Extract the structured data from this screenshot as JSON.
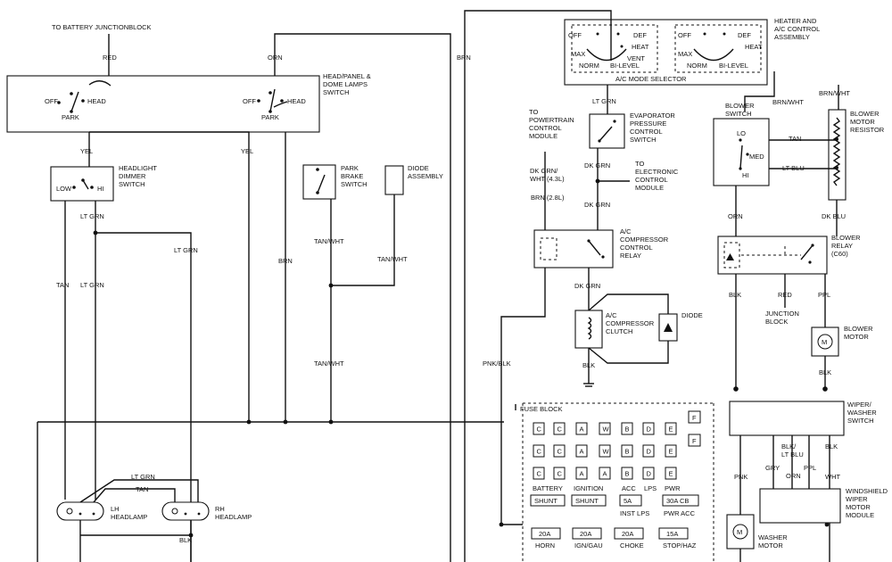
{
  "wires": {
    "red": "RED",
    "orn": "ORN",
    "brn": "BRN",
    "yel": "YEL",
    "lt_grn": "LT GRN",
    "tan": "TAN",
    "tan_wht": "TAN/WHT",
    "dk_grn": "DK GRN",
    "lt_blu": "LT BLU",
    "dk_blu": "DK BLU",
    "brn_wht": "BRN/WHT",
    "blk": "BLK",
    "ppl": "PPL",
    "pnk": "PNK",
    "pnk_blk": "PNK/BLK",
    "gry": "GRY",
    "wht": "WHT",
    "blk_lt_blu": "BLK/\nLT BLU",
    "dk_grn_wht_43": "DK GRN/\nWHT (4.3L)",
    "brn_28": "BRN (2.8L)"
  },
  "labels": {
    "battery_junction": "TO BATTERY JUNCTIONBLOCK",
    "head_switch": "HEAD/PANEL &\nDOME LAMPS\nSWITCH",
    "off": "OFF",
    "park": "PARK",
    "head": "HEAD",
    "dimmer": "HEADLIGHT\nDIMMER\nSWITCH",
    "low": "LOW",
    "hi": "HI",
    "park_brake": "PARK\nBRAKE\nSWITCH",
    "diode_assembly": "DIODE\nASSEMBLY",
    "lh_headlamp": "LH\nHEADLAMP",
    "rh_headlamp": "RH\nHEADLAMP",
    "hvac_assembly": "HEATER AND\nA/C CONTROL\nASSEMBLY",
    "def": "DEF",
    "heat": "HEAT",
    "vent": "VENT",
    "max": "MAX",
    "norm": "NORM",
    "bi_level": "BI-LEVEL",
    "mode_selector": "A/C MODE SELECTOR",
    "to_pcm": "TO\nPOWERTRAIN\nCONTROL\nMODULE",
    "evap_switch": "EVAPORATOR\nPRESSURE\nCONTROL\nSWITCH",
    "to_ecm": "TO\nELECTRONIC\nCONTROL\nMODULE",
    "compressor_relay": "A/C\nCOMPRESSOR\nCONTROL\nRELAY",
    "compressor_clutch": "A/C\nCOMPRESSOR\nCLUTCH",
    "diode": "DIODE",
    "blower_switch": "BLOWER\nSWITCH",
    "lo": "LO",
    "med": "MED",
    "hi_caps": "HI",
    "blower_resistor": "BLOWER\nMOTOR\nRESISTOR",
    "blower_relay": "BLOWER\nRELAY\n(C60)",
    "junction_block": "JUNCTION\nBLOCK",
    "blower_motor": "BLOWER\nMOTOR",
    "fuse_block": "FUSE BLOCK",
    "wiper_switch": "WIPER/\nWASHER\nSWITCH",
    "wiper_module": "WINDSHIELD\nWIPER\nMOTOR\nMODULE",
    "washer_motor": "WASHER\nMOTOR"
  },
  "fuse_block": {
    "rows": [
      [
        "C",
        "C",
        "A",
        "W",
        "B",
        "D",
        "E"
      ],
      [
        "C",
        "C",
        "A",
        "W",
        "B",
        "D",
        "E"
      ],
      [
        "C",
        "C",
        "A",
        "A",
        "B",
        "D",
        "E"
      ]
    ],
    "f_marks": [
      "F",
      "F"
    ],
    "names_row": [
      "BATTERY",
      "IGNITION",
      "ACC",
      "LPS",
      "PWR"
    ],
    "shunt_row": [
      "SHUNT",
      "SHUNT",
      "5A",
      "30A CB"
    ],
    "shunt_names": [
      "INST LPS",
      "PWR ACC"
    ],
    "fuse_row": [
      "20A",
      "20A",
      "20A",
      "15A"
    ],
    "fuse_names": [
      "HORN",
      "IGN/GAU",
      "CHOKE",
      "STOP/HAZ"
    ]
  }
}
